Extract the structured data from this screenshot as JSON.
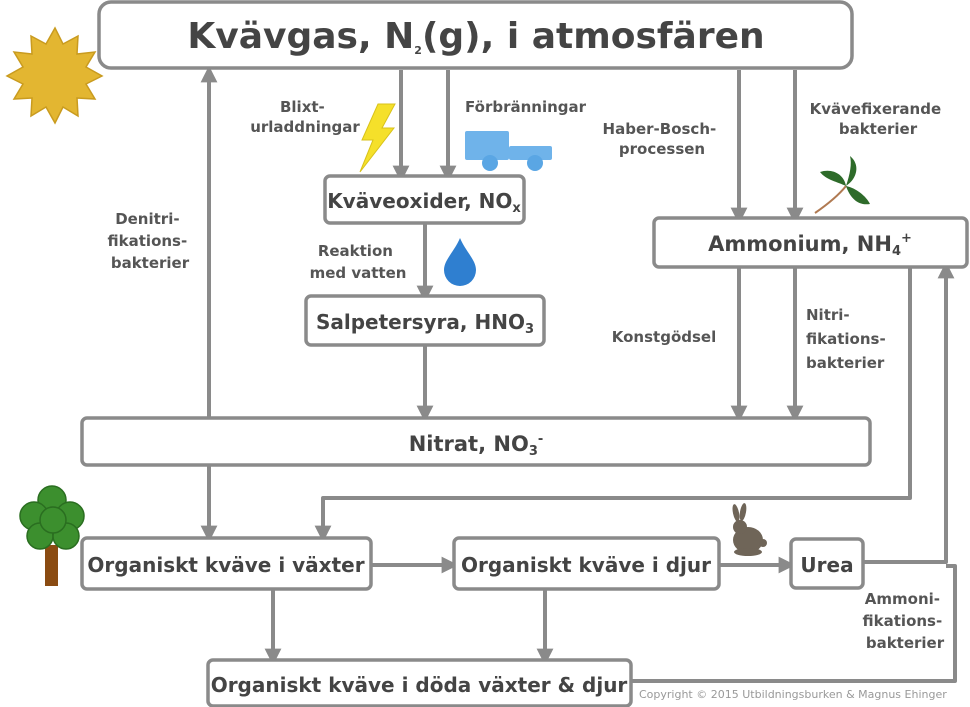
{
  "nodes": {
    "atmosphere": {
      "text": "Kvävgas, N",
      "sub": "2",
      "tail": "(g), i atmosfären"
    },
    "nox": {
      "text": "Kväveoxider, NO",
      "sub": "x"
    },
    "hno3": {
      "text": "Salpetersyra, HNO",
      "sub": "3"
    },
    "ammonium": {
      "text": "Ammonium, NH",
      "sub": "4",
      "sup": "+"
    },
    "nitrate": {
      "text": "Nitrat, NO",
      "sub": "3",
      "sup": "-"
    },
    "plants": {
      "text": "Organiskt kväve i växter"
    },
    "animals": {
      "text": "Organiskt kväve i djur"
    },
    "urea": {
      "text": "Urea"
    },
    "dead": {
      "text": "Organiskt kväve i döda växter & djur"
    }
  },
  "labels": {
    "lightning": [
      "Blixt-",
      "urladdningar"
    ],
    "combustion": [
      "Förbränningar"
    ],
    "haber": [
      "Haber-Bosch-",
      "processen"
    ],
    "nitrogen_fixing": [
      "Kvävefixerande",
      "bakterier"
    ],
    "denitrification": [
      "Denitri-",
      "fikations-",
      "bakterier"
    ],
    "reaction": [
      "Reaktion",
      "med vatten"
    ],
    "fertilizer": [
      "Konstgödsel"
    ],
    "nitrification": [
      "Nitri-",
      "fikations-",
      "bakterier"
    ],
    "ammonification": [
      "Ammoni-",
      "fikations-",
      "bakterier"
    ]
  },
  "copyright": "Copyright © 2015 Utbildningsburken & Magnus Ehinger",
  "icons": {
    "sun": "sun-icon",
    "lightning": "lightning-icon",
    "truck": "truck-icon",
    "water_drop": "water-drop-icon",
    "leaves": "leaf-icon",
    "tree": "tree-icon",
    "rabbit": "rabbit-icon"
  },
  "colors": {
    "box_border": "#8a8a8a",
    "arrow": "#8a8a8a",
    "text": "#444444",
    "sun": "#e3b631",
    "lightning": "#f5e02a",
    "truck": "#6fb3ea",
    "water": "#2f7fd0",
    "leaf": "#2e6b2a",
    "tree_crown": "#3c8f2e",
    "tree_trunk": "#8a4b12",
    "rabbit": "#6f6558"
  }
}
